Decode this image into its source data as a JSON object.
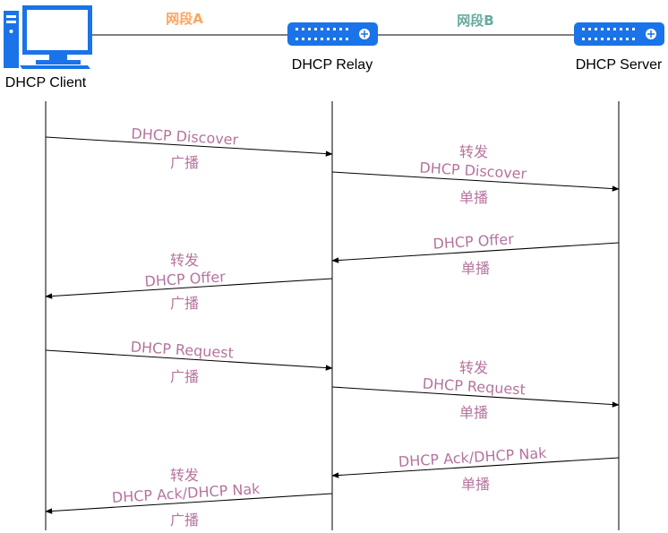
{
  "colors": {
    "segment_a": "#ffa45c",
    "segment_b": "#67ab9f",
    "message_text": "#b5739d",
    "device_blue": "#1a73e8",
    "line": "#000000"
  },
  "segments": {
    "a": "网段A",
    "b": "网段B"
  },
  "nodes": {
    "client": {
      "label": "DHCP Client",
      "icon": "desktop-computer-icon"
    },
    "relay": {
      "label": "DHCP Relay",
      "icon": "router-device-icon"
    },
    "server": {
      "label": "DHCP Server",
      "icon": "router-device-icon"
    }
  },
  "messages": [
    {
      "from": "client",
      "to": "relay",
      "forward": "",
      "name": "DHCP Discover",
      "mode": "广播"
    },
    {
      "from": "relay",
      "to": "server",
      "forward": "转发",
      "name": "DHCP Discover",
      "mode": "单播"
    },
    {
      "from": "server",
      "to": "relay",
      "forward": "",
      "name": "DHCP Offer",
      "mode": "单播"
    },
    {
      "from": "relay",
      "to": "client",
      "forward": "转发",
      "name": "DHCP Offer",
      "mode": "广播"
    },
    {
      "from": "client",
      "to": "relay",
      "forward": "",
      "name": "DHCP Request",
      "mode": "广播"
    },
    {
      "from": "relay",
      "to": "server",
      "forward": "转发",
      "name": "DHCP Request",
      "mode": "单播"
    },
    {
      "from": "server",
      "to": "relay",
      "forward": "",
      "name": "DHCP Ack/DHCP Nak",
      "mode": "单播"
    },
    {
      "from": "relay",
      "to": "client",
      "forward": "转发",
      "name": "DHCP Ack/DHCP Nak",
      "mode": "广播"
    }
  ]
}
